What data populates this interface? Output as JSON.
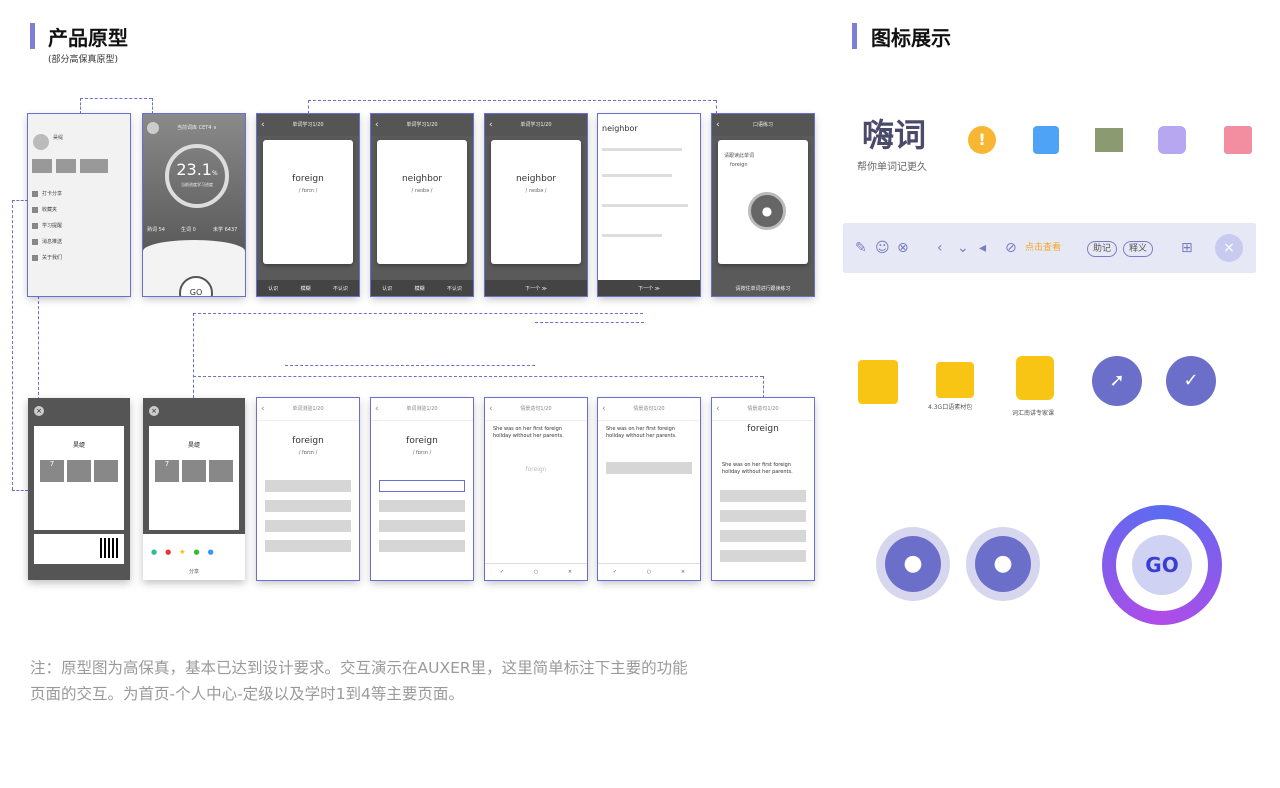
{
  "left_section": {
    "title": "产品原型",
    "subtitle": "(部分高保真原型)"
  },
  "right_section": {
    "title": "图标展示"
  },
  "note": {
    "line1": "注：原型图为高保真，基本已达到设计要求。交互演示在AUXER里，这里简单标注下主要的功能",
    "line2": "页面的交互。为首页-个人中心-定级以及学时1到4等主要页面。"
  },
  "screens_top": {
    "profile": {
      "name": "昊缇",
      "menu": [
        "打卡分享",
        "收藏夹",
        "学习提醒",
        "消息推送",
        "关于我们"
      ]
    },
    "home": {
      "top": "当前词库 CET4 ∨",
      "value": "23.1",
      "unit": "%",
      "caption": "当前进度学习进度",
      "stats": [
        "熟词 54",
        "生词 0",
        "未学 6437"
      ],
      "button": "GO"
    },
    "card1": {
      "title": "单词学习1/20",
      "word": "foreign",
      "phonetic": "/ fɒrɪn /",
      "actions": [
        "认识",
        "模糊",
        "不认识"
      ]
    },
    "card2": {
      "title": "单词学习1/20",
      "word": "neighbor",
      "phonetic": "/ neɪbə /",
      "actions": [
        "认识",
        "模糊",
        "不认识"
      ]
    },
    "card3": {
      "title": "单词学习1/20",
      "word": "neighbor",
      "phonetic": "/ neɪbə /",
      "next": "下一个 ≫"
    },
    "detail": {
      "word": "neighbor",
      "next": "下一个 ≫"
    },
    "speak": {
      "title": "口语练习",
      "text": "请跟读此单词",
      "word": "foreign",
      "footer": "请按住单词进行跟读练习"
    }
  },
  "screens_bottom": {
    "rank1": {
      "name": "昊缇",
      "level": "7"
    },
    "rank2": {
      "name": "昊缇",
      "level": "7",
      "share": "分享"
    },
    "quiz1": {
      "title": "单词测验1/20",
      "word": "foreign",
      "phonetic": "/ fɒrɪn /"
    },
    "quiz2": {
      "title": "单词测验1/20",
      "word": "foreign",
      "phonetic": "/ fɒrɪn /"
    },
    "sent1": {
      "title": "情景造句1/20",
      "sentence": "She was on her first foreign holiday without her parents.",
      "word": "foreign"
    },
    "sent2": {
      "title": "情景造句1/20",
      "sentence": "She was on her first foreign holiday without her parents."
    },
    "sent3": {
      "title": "情景造句1/20",
      "word": "foreign",
      "sentence": "She was on her first foreign holiday without her parents."
    }
  },
  "toolbar": {
    "btn_note": "助记",
    "btn_meaning": "释义",
    "hint": "点击查看"
  },
  "brand": {
    "logo": "嗨词",
    "slogan": "帮你单词记更久"
  },
  "icons_row2_labels": [
    "4.3G口语素材包",
    "词汇南讲专家课"
  ],
  "go_label": "GO",
  "colors": {
    "accent": "#7d7fd6",
    "dash": "#6a6fd6",
    "note": "#9a9a9a"
  }
}
